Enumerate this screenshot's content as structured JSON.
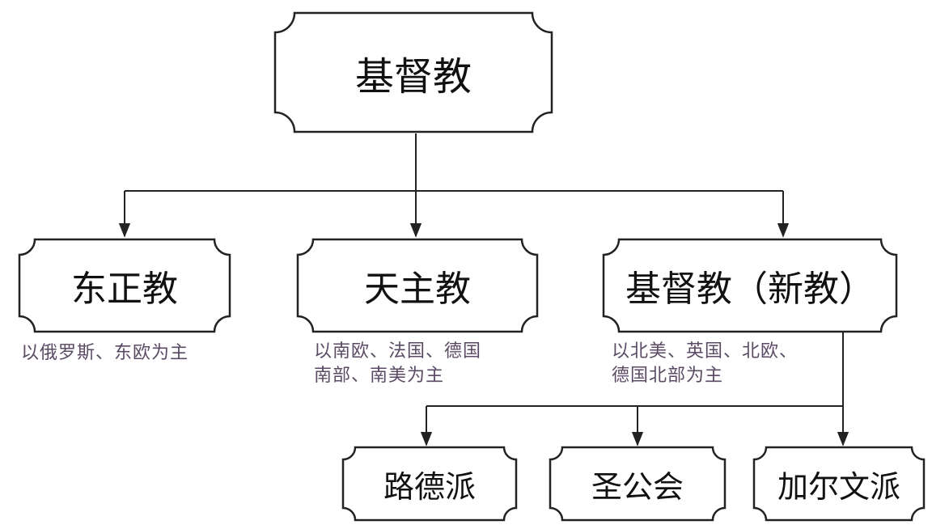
{
  "diagram": {
    "root": {
      "label": "基督教"
    },
    "branches": [
      {
        "label": "东正教",
        "note": [
          "以俄罗斯、东欧为主"
        ]
      },
      {
        "label": "天主教",
        "note": [
          "以南欧、法国、德国",
          "南部、南美为主"
        ]
      },
      {
        "label": "基督教（新教）",
        "note": [
          "以北美、英国、北欧、",
          "德国北部为主"
        ]
      }
    ],
    "sub_branches": [
      {
        "label": "路德派"
      },
      {
        "label": "圣公会"
      },
      {
        "label": "加尔文派"
      }
    ],
    "colors": {
      "stroke": "#222222",
      "text": "#111111",
      "note": "#5a4a64"
    }
  }
}
